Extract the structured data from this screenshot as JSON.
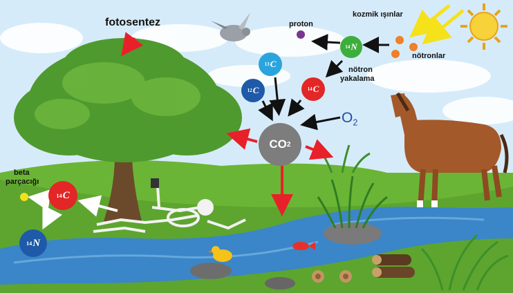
{
  "labels": {
    "fotosentez": "fotosentez",
    "proton": "proton",
    "kozmik": "kozmik ışınlar",
    "notronlar": "nötronlar",
    "notron_line1": "nötron",
    "notron_line2": "yakalama",
    "beta_line1": "beta",
    "beta_line2": "parçacığı"
  },
  "nodes": {
    "n14_top": {
      "mass": "14",
      "symbol": "N"
    },
    "c13": {
      "mass": "13",
      "symbol": "C"
    },
    "c12": {
      "mass": "12",
      "symbol": "C"
    },
    "c14_top": {
      "mass": "14",
      "symbol": "C"
    },
    "co2": {
      "main": "CO",
      "sub": "2"
    },
    "o2": {
      "main": "O",
      "sub": "2"
    },
    "c14_bottom": {
      "mass": "14",
      "symbol": "C"
    },
    "n14_bottom": {
      "mass": "14",
      "symbol": "N"
    }
  },
  "colors": {
    "sky": "#cfe6f7",
    "grass": "#5daa32",
    "river": "#3a86c8",
    "red_arrow": "#e8202a",
    "black_arrow": "#111111",
    "white_arrow": "#ffffff",
    "co2": "#7d7d7d",
    "c12": "#1f5aa8",
    "c13": "#2aa4dd",
    "c14": "#e32626",
    "n14": "#3cae3c",
    "n14_bottom": "#1f5aa8",
    "neutron": "#f07f2a",
    "proton": "#7a3590",
    "beta": "#f2e11b",
    "o2_text": "#1f4fa0"
  }
}
